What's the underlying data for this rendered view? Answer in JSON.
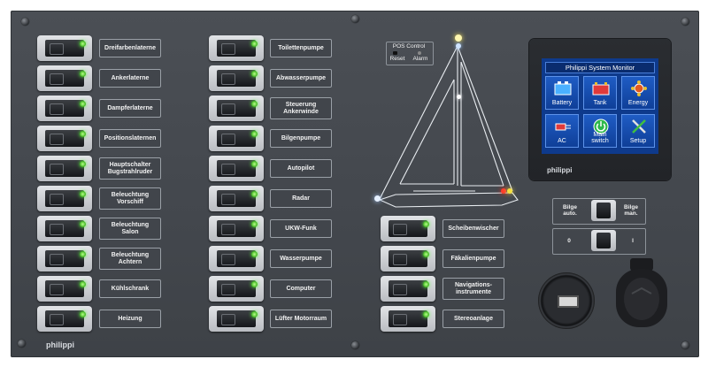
{
  "brand": "philippi",
  "colors": {
    "panel": "#474b51",
    "led_green": "#3bb31d",
    "screen_blue": "#0e3a8c"
  },
  "column1": [
    {
      "label": "Dreifarbenlaterne"
    },
    {
      "label": "Ankerlaterne"
    },
    {
      "label": "Dampferlaterne"
    },
    {
      "label": "Positionslaternen"
    },
    {
      "label": "Hauptschalter\nBugstrahlruder"
    },
    {
      "label": "Beleuchtung\nVorschiff"
    },
    {
      "label": "Beleuchtung\nSalon"
    },
    {
      "label": "Beleuchtung\nAchtern"
    },
    {
      "label": "Kühlschrank"
    },
    {
      "label": "Heizung"
    }
  ],
  "column2": [
    {
      "label": "Toilettenpumpe"
    },
    {
      "label": "Abwasserpumpe"
    },
    {
      "label": "Steuerung\nAnkerwinde"
    },
    {
      "label": "Bilgenpumpe"
    },
    {
      "label": "Autopilot"
    },
    {
      "label": "Radar"
    },
    {
      "label": "UKW-Funk"
    },
    {
      "label": "Wasserpumpe"
    },
    {
      "label": "Computer"
    },
    {
      "label": "Lüfter Motorraum"
    }
  ],
  "column3": [
    {
      "label": "Scheibenwischer"
    },
    {
      "label": "Fäkalienpumpe"
    },
    {
      "label": "Navigations-\ninstrumente"
    },
    {
      "label": "Stereoanlage"
    }
  ],
  "pos_control": {
    "title": "POS Control",
    "reset": "Reset",
    "alarm": "Alarm"
  },
  "monitor": {
    "title": "Philippi System Monitor",
    "brand": "philippi",
    "tiles": [
      {
        "label": "Battery",
        "icon": "battery-icon"
      },
      {
        "label": "Tank",
        "icon": "tank-icon"
      },
      {
        "label": "Energy",
        "icon": "energy-icon"
      },
      {
        "label": "AC",
        "icon": "ac-plug-icon"
      },
      {
        "label": "Main switch",
        "icon": "power-icon"
      },
      {
        "label": "Setup",
        "icon": "tools-icon"
      }
    ]
  },
  "bilge": {
    "auto": "Bilge\nauto.",
    "man": "Bilge\nman."
  },
  "main_switch": {
    "off": "0",
    "on": "I"
  }
}
